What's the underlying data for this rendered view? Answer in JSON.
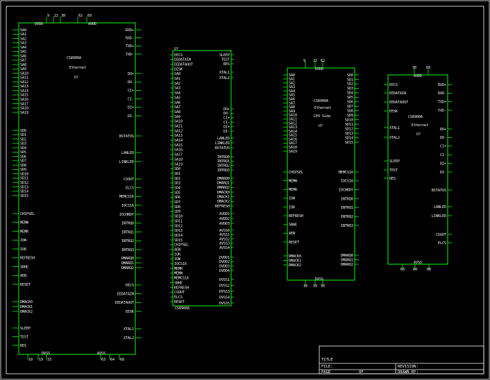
{
  "colors": {
    "background": "#000000",
    "part": "#00ff00",
    "text": "#ffffff",
    "border": "#ffffff"
  },
  "parts": [
    {
      "id": "U1",
      "value": "CS8900A",
      "desc": "Ethernet",
      "ref": "U?",
      "top_left_label": "DVDD",
      "top_right_label": "AVDD",
      "bottom_left_label": "DVSS",
      "bottom_right_label": "AVSS",
      "top_pins": [
        "9",
        "22",
        "30",
        "62",
        "69"
      ],
      "bottom_pins": [
        "10",
        "19",
        "33",
        "63",
        "64",
        "68"
      ],
      "left": [
        "SA0",
        "SA1",
        "SA2",
        "SA3",
        "SA4",
        "SA5",
        "SA6",
        "SA7",
        "SA8",
        "SA9",
        "SA10",
        "SA11",
        "SA12",
        "SA13",
        "SA14",
        "SA15",
        "SA16",
        "SA17",
        "SA18",
        "SA19",
        "SD0",
        "SD1",
        "SD2",
        "SD3",
        "SD4",
        "SD5",
        "SD6",
        "SD7",
        "SD8",
        "SD9",
        "SD10",
        "SD11",
        "SD12",
        "SD13",
        "SD14",
        "SD15",
        "CHIPSEL",
        "MEMW",
        "MEMR",
        "IOW",
        "IOR",
        "REFRESH",
        "SBHE",
        "AEN",
        "RESET",
        "DMACK0",
        "DMACK1",
        "DMACK2",
        "SLEEP",
        "TEST",
        "RES"
      ],
      "right": [
        "RXD+",
        "RXD-",
        "TXD+",
        "TXD-",
        "DO+",
        "DO-",
        "CI+",
        "CI-",
        "DI+",
        "DI-",
        "BSTATUS",
        "LANLED",
        "LINKLED",
        "CSOUT",
        "ELCS",
        "MEMCS16",
        "IOCS16",
        "IOCHRDY",
        "INTRQ0",
        "INTRQ1",
        "INTRQ2",
        "INTRQ3",
        "DMARQ0",
        "DMARQ1",
        "DMARQ2",
        "EECS",
        "EEDATAIN",
        "EEDATAOUT",
        "EESK",
        "XTAL1",
        "XTAL2"
      ]
    },
    {
      "id": "U2",
      "ref": "U?",
      "value": "CS8900A",
      "left": [
        "EECS",
        "EEDATAIN",
        "EEDATAOUT",
        "EESK",
        "SA0",
        "SA1",
        "SA2",
        "SA3",
        "SA4",
        "SA5",
        "SA6",
        "SA7",
        "SA8",
        "SA9",
        "SA10",
        "SA11",
        "SA12",
        "SA13",
        "SA14",
        "SA15",
        "SA16",
        "SA17",
        "SA18",
        "SA19",
        "SD0",
        "SD1",
        "SD2",
        "SD3",
        "SD4",
        "SD5",
        "SD6",
        "SD7",
        "SD8",
        "SD9",
        "SD10",
        "SD11",
        "SD12",
        "SD13",
        "SD14",
        "SD15",
        "CHIPSEL",
        "AEN",
        "IOR",
        "IOW",
        "IOCS16",
        "MEMR",
        "MEMW",
        "MEMCS16",
        "SBHE",
        "REFRESH",
        "CSOUT",
        "ELCS",
        "RESET"
      ],
      "right": [
        "SLEEP",
        "TEST",
        "RES",
        "XTAL1",
        "XTAL2",
        "DO+",
        "DO-",
        "CI+",
        "CI-",
        "DI+",
        "DI-",
        "LANLED",
        "LINKLED",
        "BSTATUS",
        "INTRQ0",
        "INTRQ1",
        "INTRQ2",
        "INTRQ3",
        "DMARQ0",
        "DMARQ1",
        "DMARQ2",
        "DMACK0",
        "DMACK1",
        "DMACK2",
        "REFRESH",
        "AVDD1",
        "AVDD2",
        "AVDD3",
        "AVSS0",
        "AVSS1",
        "AVSS2",
        "AVSS3",
        "AVSS4",
        "DVDD1",
        "DVDD2",
        "DVDD3",
        "DVDD4",
        "DVSS1",
        "DVSS2",
        "DVSS3",
        "DVSS4",
        "DVSS5"
      ]
    },
    {
      "id": "U3",
      "value": "CS8900A",
      "desc": "Ethernet",
      "desc2": "CPU Side",
      "ref": "U?",
      "top_label": "DVDD",
      "bottom_label": "DVSS",
      "top_pins": [
        "9",
        "22",
        "62"
      ],
      "bottom_pins": [
        "10",
        "19",
        "33"
      ],
      "left": [
        "SA0",
        "SA1",
        "SA2",
        "SA3",
        "SA4",
        "SA5",
        "SA6",
        "SA7",
        "SA8",
        "SA9",
        "SA10",
        "SA11",
        "SA12",
        "SA13",
        "SA14",
        "SA15",
        "SA16",
        "SA17",
        "SA18",
        "SA19",
        "CHIPSEL",
        "MEMW",
        "MEMR",
        "IOW",
        "IOR",
        "REFRESH",
        "SBHE",
        "AEN",
        "RESET",
        "DMACK0",
        "DMACK1",
        "DMACK2"
      ],
      "right": [
        "SD0",
        "SD1",
        "SD2",
        "SD3",
        "SD4",
        "SD5",
        "SD6",
        "SD7",
        "SD8",
        "SD9",
        "SD10",
        "SD11",
        "SD12",
        "SD13",
        "SD14",
        "SD15",
        "MEMCS16",
        "IOCS16",
        "IOCHRDY",
        "INTRQ0",
        "INTRQ1",
        "INTRQ2",
        "INTRQ3",
        "DMARQ0",
        "DMARQ1",
        "DMARQ2"
      ]
    },
    {
      "id": "U4",
      "value": "CS8900A",
      "desc": "Ethernet",
      "ref": "U?",
      "top_label": "AVDD",
      "bottom_label": "AVSS",
      "top_pins": [
        "30",
        "69"
      ],
      "bottom_pins": [
        "63",
        "64",
        "68"
      ],
      "left": [
        "EECS",
        "EEDATAIN",
        "EEDATAOUT",
        "EESK",
        "XTAL1",
        "XTAL2",
        "SLEEP",
        "TEST",
        "RES"
      ],
      "right": [
        "RXD+",
        "RXD-",
        "TXD+",
        "TXD-",
        "DO+",
        "DO-",
        "CI+",
        "CI-",
        "DI+",
        "DI-",
        "BSTATUS",
        "LANLED",
        "LINKLED",
        "CSOUT",
        "ELCS"
      ]
    }
  ],
  "title_block": {
    "title": "TITLE",
    "file": "FILE:",
    "revision": "REVISION:",
    "page": "PAGE",
    "of": "OF",
    "drawn_by": "DRAWN BY:"
  }
}
